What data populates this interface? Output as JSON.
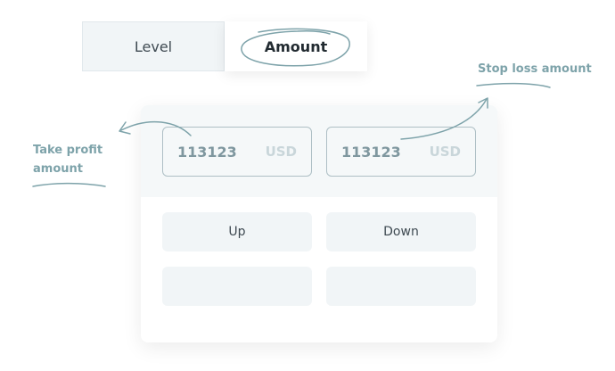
{
  "tabs": {
    "level_label": "Level",
    "amount_label": "Amount"
  },
  "take_profit": {
    "value": "113123",
    "currency": "USD"
  },
  "stop_loss": {
    "value": "113123",
    "currency": "USD"
  },
  "direction": {
    "up_label": "Up",
    "down_label": "Down"
  },
  "annotations": {
    "take_profit_label": "Take profit amount",
    "stop_loss_label": "Stop loss amount"
  },
  "colors": {
    "annotation": "#7ea3aa",
    "field_border": "#aebfc5",
    "panel_bg": "#f5f8f9"
  }
}
